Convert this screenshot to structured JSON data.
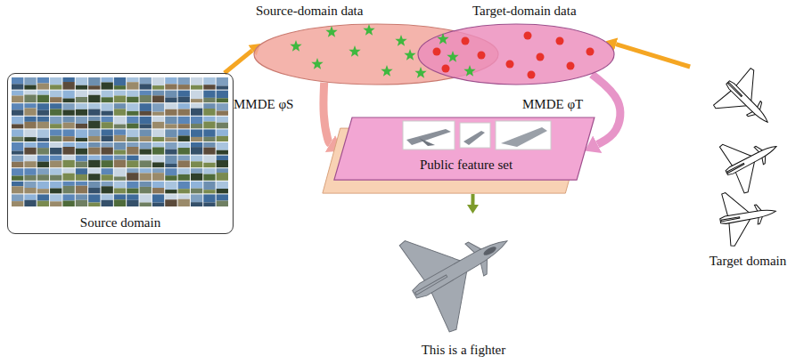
{
  "diagram": {
    "nodes": [
      {
        "text": [
          "Source-domain data"
        ]
      },
      {
        "text": [
          "Target-domain data"
        ]
      },
      {
        "text": [
          "Source domain"
        ]
      },
      {
        "text": [
          "Public feature set"
        ]
      },
      {
        "text": [
          "Target domain"
        ]
      },
      {
        "text": [
          "This is a fighter"
        ]
      }
    ],
    "edges": [
      {
        "from": 2,
        "to": 0,
        "arrow": "to"
      },
      {
        "from": 4,
        "to": 1,
        "arrow": "to"
      },
      {
        "from": 0,
        "to": 3,
        "label": "MMDE φS",
        "arrow": "to"
      },
      {
        "from": 1,
        "to": 3,
        "label": "MMDE φT",
        "arrow": "to"
      },
      {
        "from": 3,
        "to": 5,
        "arrow": "to"
      }
    ]
  }
}
